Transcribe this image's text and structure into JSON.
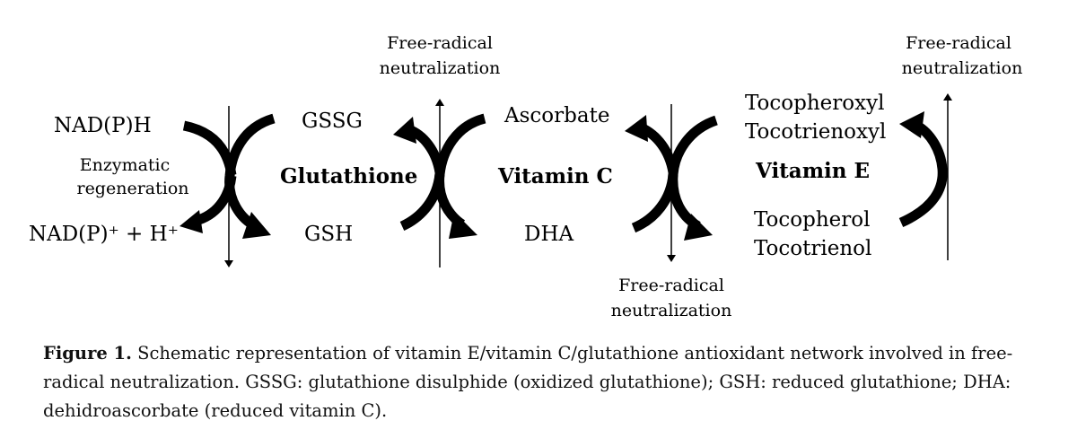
{
  "diagram": {
    "left_cycle": {
      "top_label": "NAD(P)H",
      "middle_label": [
        "Enzymatic",
        "regeneration"
      ],
      "bottom_label": "NAD(P)⁺ + H⁺"
    },
    "glutathione": {
      "top_label": "GSSG",
      "name": "Glutathione",
      "bottom_label": "GSH",
      "radical_label": [
        "Free-radical",
        "neutralization"
      ]
    },
    "vitamin_c": {
      "top_label": "Ascorbate",
      "name": "Vitamin C",
      "bottom_label": "DHA",
      "radical_label": [
        "Free-radical",
        "neutralization"
      ]
    },
    "vitamin_e": {
      "top_label": [
        "Tocopheroxyl",
        "Tocotrienoxyl"
      ],
      "name": "Vitamin E",
      "bottom_label": [
        "Tocopherol",
        "Tocotrienol"
      ],
      "radical_label": [
        "Free-radical",
        "neutralization"
      ]
    }
  },
  "caption": {
    "figure_label": "Figure 1.",
    "text": " Schematic representation of vitamin E/vitamin C/glutathione antioxidant network involved in free-radical neutralization.  GSSG: glutathione disulphide (oxidized glutathione); GSH: reduced glutathione; DHA: dehidroascorbate (reduced vitamin C)."
  }
}
